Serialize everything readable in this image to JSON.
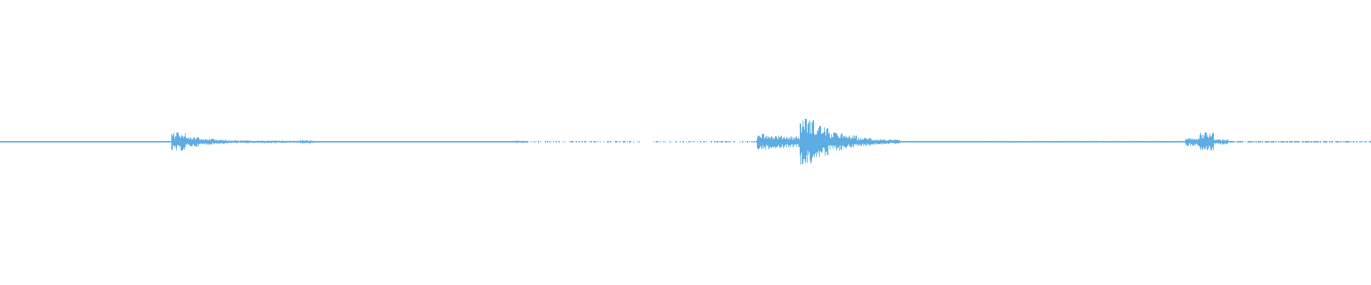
{
  "chart_data": {
    "type": "area",
    "title": "",
    "xlabel": "",
    "ylabel": "",
    "ylim": [
      -1,
      1
    ],
    "grid": false,
    "legend": "none",
    "color": "#5dade2",
    "background": "#ffffff",
    "segment_count": 96,
    "envelope_peak_amplitude": [
      0.005,
      0.005,
      0.005,
      0.005,
      0.005,
      0.005,
      0.005,
      0.005,
      0.005,
      0.005,
      0.005,
      0.005,
      0.065,
      0.035,
      0.022,
      0.015,
      0.01,
      0.01,
      0.01,
      0.01,
      0.008,
      0.012,
      0.005,
      0.005,
      0.005,
      0.005,
      0.005,
      0.005,
      0.005,
      0.005,
      0.005,
      0.005,
      0.005,
      0.005,
      0.005,
      0.005,
      0.008,
      0.003,
      0.003,
      0.003,
      0.003,
      0.003,
      0.003,
      0.003,
      0.003,
      0.003,
      0.003,
      0.003,
      0.003,
      0.003,
      0.003,
      0.003,
      0.003,
      0.055,
      0.045,
      0.04,
      0.16,
      0.11,
      0.065,
      0.045,
      0.03,
      0.02,
      0.015,
      0.006,
      0.006,
      0.006,
      0.006,
      0.006,
      0.006,
      0.006,
      0.006,
      0.006,
      0.006,
      0.006,
      0.006,
      0.006,
      0.006,
      0.006,
      0.006,
      0.006,
      0.006,
      0.006,
      0.006,
      0.03,
      0.065,
      0.02,
      0.004,
      0.004,
      0.004,
      0.004,
      0.004,
      0.004,
      0.004,
      0.004,
      0.004,
      0.004
    ]
  }
}
